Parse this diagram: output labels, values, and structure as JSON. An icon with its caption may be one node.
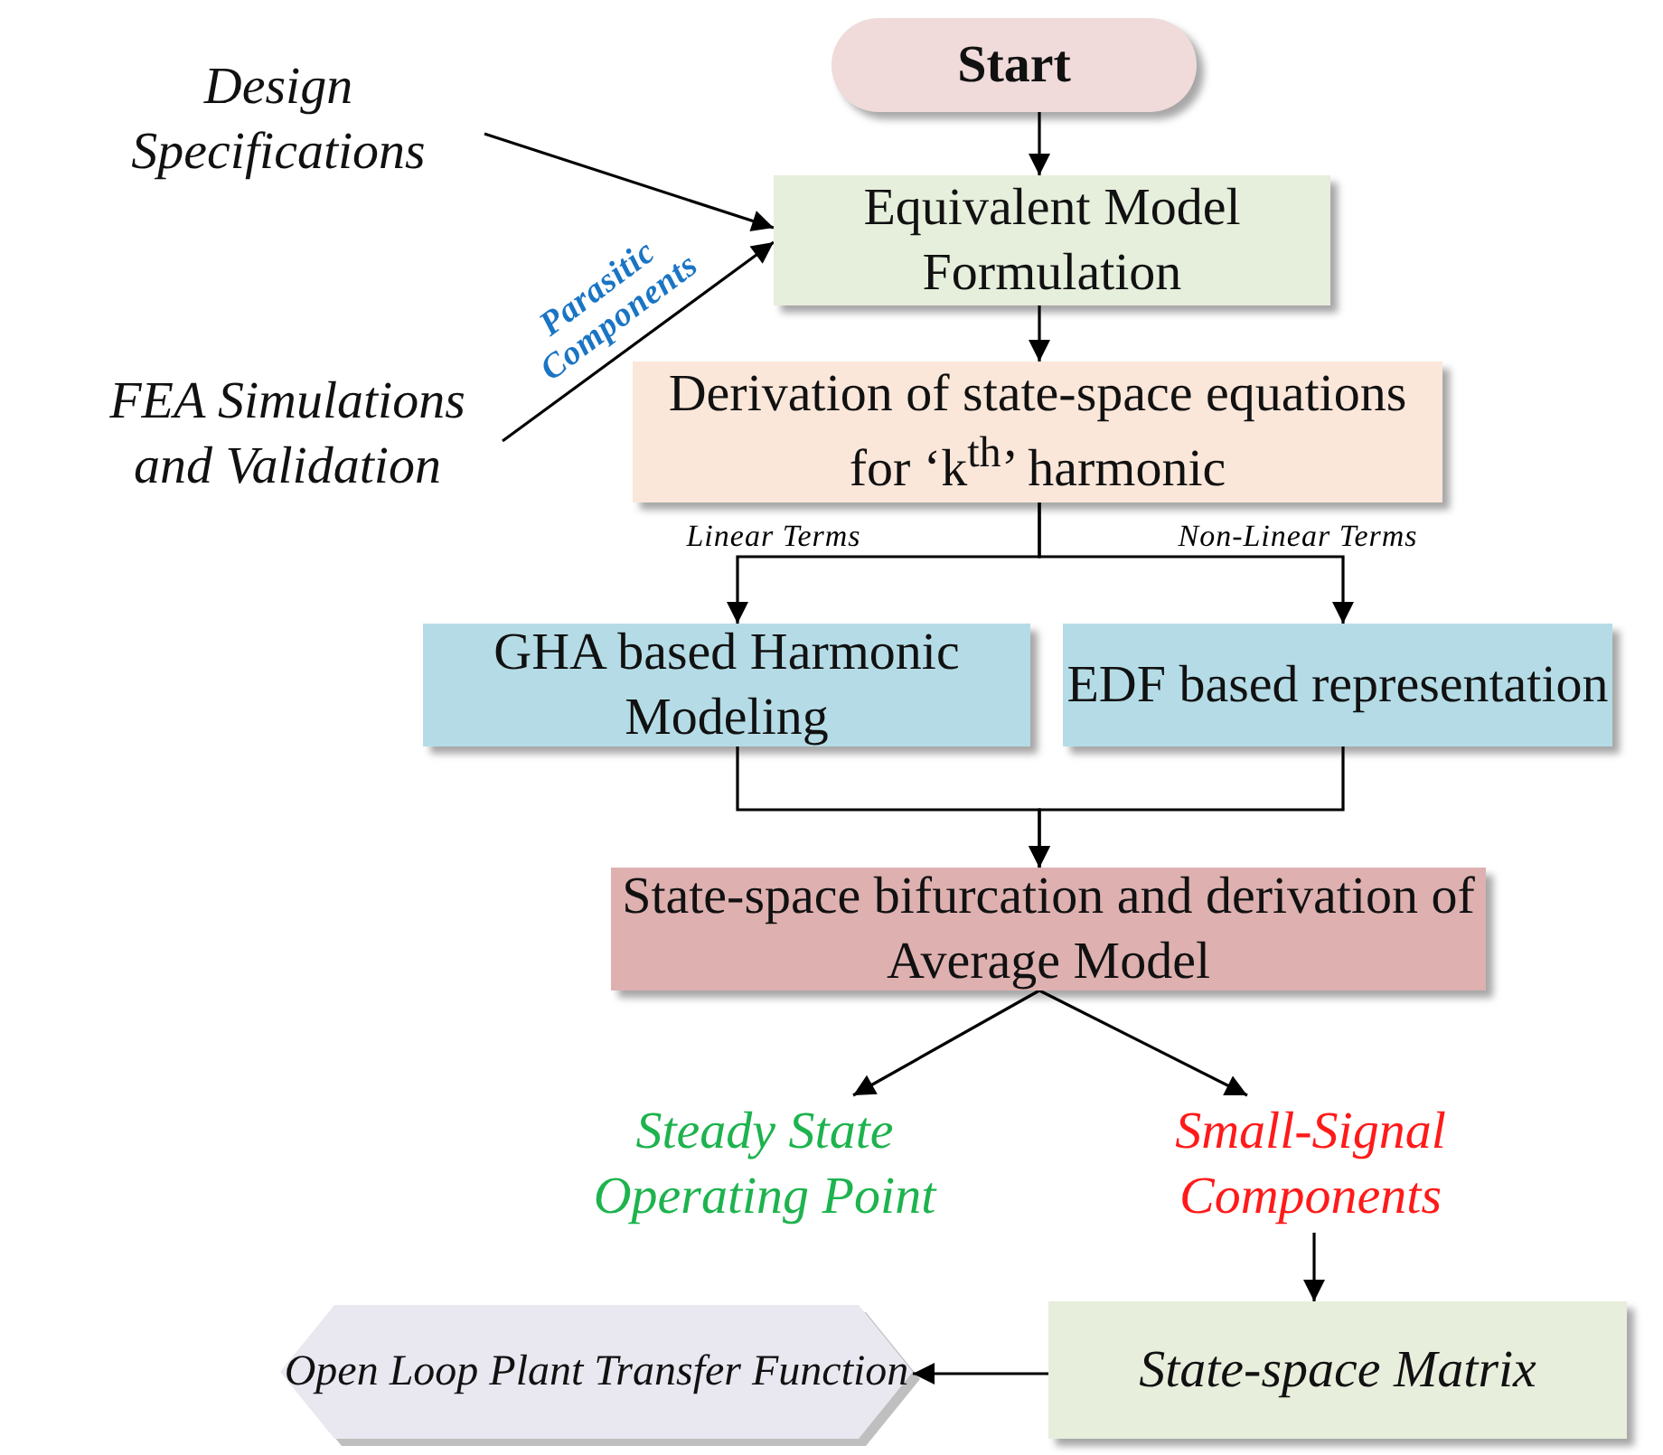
{
  "diagram": {
    "nodes": [
      {
        "text": [
          "Start"
        ]
      },
      {
        "text": [
          "Design Specifications"
        ]
      },
      {
        "text": [
          "Equivalent Model Formulation"
        ]
      },
      {
        "text": [
          "FEA Simulations and Validation"
        ]
      },
      {
        "text": [
          "Derivation of state-space equations for ‘k$^{th}$’ harmonic"
        ]
      },
      {
        "text": [
          "GHA based Harmonic Modeling"
        ]
      },
      {
        "text": [
          "EDF based representation"
        ]
      },
      {
        "text": [
          "State-space bifurcation and derivation of Average Model"
        ]
      },
      {
        "text": [
          "Steady State Operating Point"
        ]
      },
      {
        "text": [
          "Small-Signal Components"
        ]
      },
      {
        "text": [
          "State-space Matrix"
        ]
      },
      {
        "text": [
          "Open Loop Plant Transfer Function"
        ]
      }
    ],
    "edges": [
      {
        "from": 0,
        "to": 2,
        "arrow": "to"
      },
      {
        "from": 1,
        "to": 2,
        "arrow": "to"
      },
      {
        "from": 3,
        "to": 2,
        "arrow": "to",
        "label": "Parasitic Components"
      },
      {
        "from": 2,
        "to": 4,
        "arrow": "to"
      },
      {
        "from": 4,
        "to": 5,
        "arrow": "to",
        "label": "Linear Terms"
      },
      {
        "from": 4,
        "to": 6,
        "arrow": "to",
        "label": "Non-Linear Terms"
      },
      {
        "from": 5,
        "to": 7,
        "arrow": "to"
      },
      {
        "from": 6,
        "to": 7,
        "arrow": "to"
      },
      {
        "from": 7,
        "to": 8,
        "arrow": "to"
      },
      {
        "from": 7,
        "to": 9,
        "arrow": "to"
      },
      {
        "from": 9,
        "to": 10,
        "arrow": "to"
      },
      {
        "from": 10,
        "to": 11,
        "arrow": "to"
      }
    ]
  }
}
